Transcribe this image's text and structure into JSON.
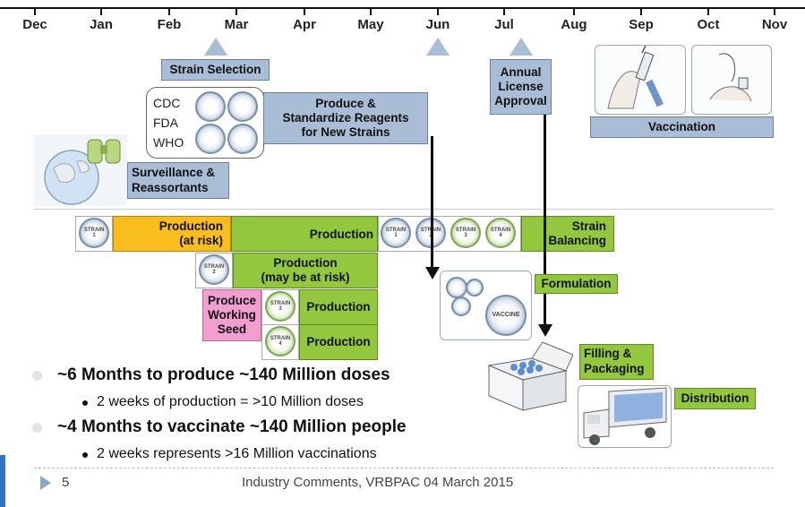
{
  "timeline": {
    "months": [
      "Dec",
      "Jan",
      "Feb",
      "Mar",
      "Apr",
      "May",
      "Jun",
      "Jul",
      "Aug",
      "Sep",
      "Oct",
      "Nov"
    ]
  },
  "milestones": {
    "strain_selection": "Strain Selection",
    "annual_license_approval": [
      "Annual",
      "License",
      "Approval"
    ]
  },
  "agencies": [
    "CDC",
    "FDA",
    "WHO"
  ],
  "boxes": {
    "produce_reagents": [
      "Produce &",
      "Standardize Reagents",
      "for New Strains"
    ],
    "surveillance": [
      "Surveillance &",
      "Reassortants"
    ],
    "vaccination": "Vaccination",
    "production_at_risk": [
      "Production",
      "(at risk)"
    ],
    "production_main": "Production",
    "strain_balancing": [
      "Strain",
      "Balancing"
    ],
    "production_maybe_risk": [
      "Production",
      "(may be at risk)"
    ],
    "produce_working_seed": [
      "Produce",
      "Working",
      "Seed"
    ],
    "production_3": "Production",
    "production_4": "Production",
    "formulation": "Formulation",
    "filling_packaging": [
      "Filling &",
      "Packaging"
    ],
    "distribution": "Distribution"
  },
  "strain_labels": {
    "strain_1": [
      "STRAIN",
      "1"
    ],
    "strain_2": [
      "STRAIN",
      "2"
    ],
    "strain_3": [
      "STRAIN",
      "3"
    ],
    "strain_4": [
      "STRAIN",
      "4"
    ],
    "vaccine": "VACCINE"
  },
  "bullets": [
    {
      "text": "~6 Months to produce ~140 Million doses",
      "sub": "2 weeks of production = >10 Million doses"
    },
    {
      "text": "~4 Months to vaccinate ~140 Million people",
      "sub": "2 weeks represents >16 Million vaccinations"
    }
  ],
  "footer": {
    "page_number": "5",
    "caption": "Industry Comments, VRBPAC 04 March 2015"
  },
  "colors": {
    "blue_box": "#a9bdd6",
    "green_box": "#93c83e",
    "orange_box": "#f9be1d",
    "pink_box": "#f29fd0"
  }
}
